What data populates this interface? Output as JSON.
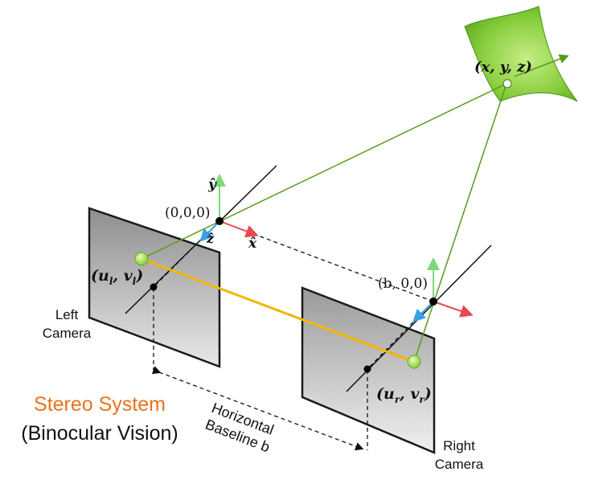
{
  "colors": {
    "accent": "#e8731e",
    "ray": "#5a9a1a",
    "baseline": "#f4b400",
    "axis_x": "#e8484e",
    "axis_y": "#7fd87a",
    "axis_z": "#3aa0e8",
    "plane": "#a9a9a9",
    "surface": "#7ec635"
  },
  "labels": {
    "point_3d": "(x, y, z)",
    "origin": "(0,0,0)",
    "y_axis": "ŷ",
    "z_axis": "ẑ",
    "x_axis": "x̂",
    "left_image_point": "(u",
    "left_sub_u": "l",
    "left_comma": ", v",
    "left_sub_v": "l",
    "left_close": ")",
    "right_image_point": "(u",
    "right_sub_u": "r",
    "right_comma": ", v",
    "right_sub_v": "r",
    "right_close": ")",
    "right_origin": "(b, 0,0)",
    "left_camera_line1": "Left",
    "left_camera_line2": "Camera",
    "right_camera_line1": "Right",
    "right_camera_line2": "Camera",
    "baseline_line1": "Horizontal",
    "baseline_line2": "Baseline b"
  },
  "caption": {
    "title": "Stereo System",
    "subtitle": "(Binocular Vision)"
  }
}
